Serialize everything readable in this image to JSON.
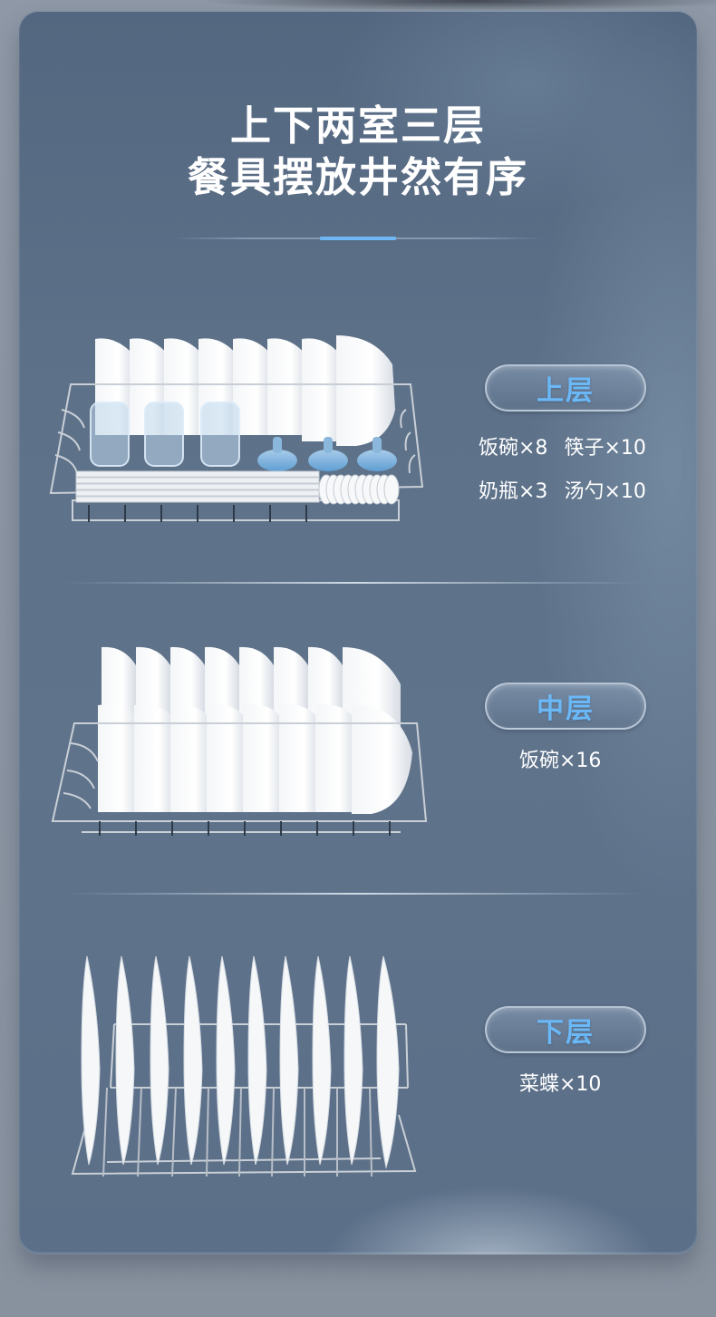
{
  "heading": {
    "line1": "上下两室三层",
    "line2": "餐具摆放井然有序"
  },
  "colors": {
    "accent": "#6fb6f5",
    "badge_text": "#6bb8f7",
    "card_bg": "#5b6f88",
    "text": "#ffffff"
  },
  "tiers": [
    {
      "badge": "上层",
      "image": "upper-rack-bowls-bottles-chopsticks-spoons",
      "items": [
        [
          "饭碗×8",
          "筷子×10"
        ],
        [
          "奶瓶×3",
          "汤勺×10"
        ]
      ]
    },
    {
      "badge": "中层",
      "image": "middle-rack-bowls",
      "items": [
        [
          "饭碗×16"
        ]
      ]
    },
    {
      "badge": "下层",
      "image": "lower-rack-plates",
      "items": [
        [
          "菜蝶×10"
        ]
      ]
    }
  ]
}
